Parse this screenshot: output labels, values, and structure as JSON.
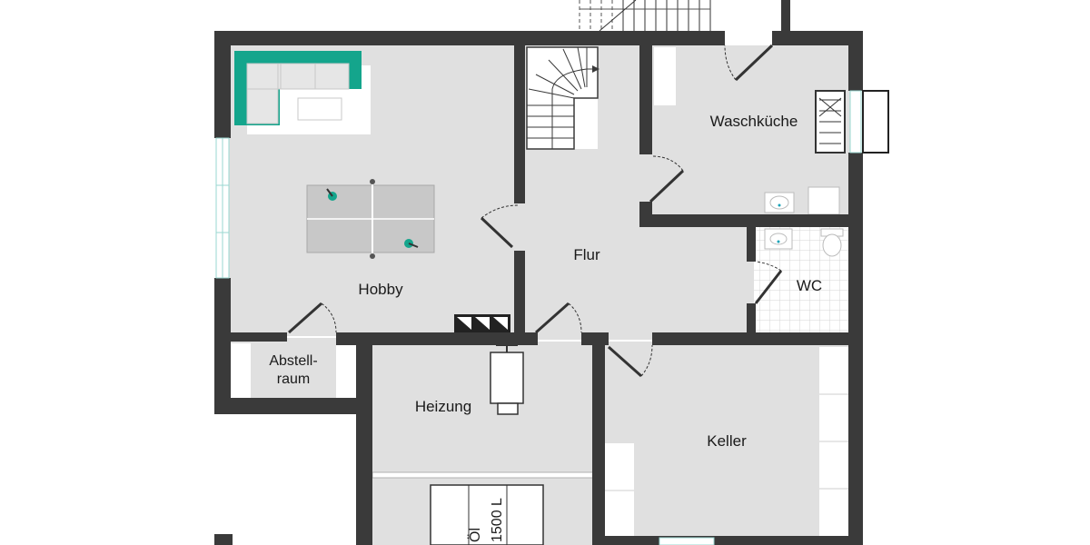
{
  "rooms": {
    "hobby": "Hobby",
    "abstell_line1": "Abstell-",
    "abstell_line2": "raum",
    "flur": "Flur",
    "waschkueche": "Waschküche",
    "wc": "WC",
    "heizung": "Heizung",
    "keller": "Keller",
    "tank_line1": "Öl",
    "tank_line2": "1500 L"
  },
  "colors": {
    "wall": "#3a3a3a",
    "floor": "#e0e0e0",
    "tile_grid": "#cfcfcf",
    "accent": "#14a58c"
  },
  "icons": [
    "sofa-icon",
    "table-tennis-icon",
    "stairs-icon",
    "washing-machine-icon",
    "sink-icon",
    "toilet-icon",
    "boiler-icon",
    "oil-tank-icon",
    "radiator-icon"
  ]
}
